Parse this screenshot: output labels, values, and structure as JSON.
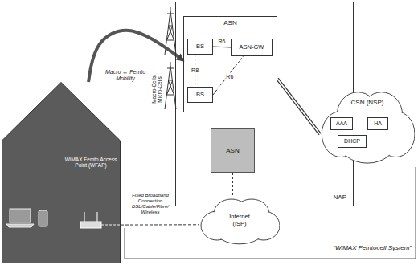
{
  "diagram": {
    "nodes": [
      {
        "text": [
          "NAP"
        ]
      },
      {
        "text": [
          "ASN"
        ],
        "in": 0
      },
      {
        "text": [
          "BS"
        ],
        "in": 1
      },
      {
        "text": [
          "ASN-GW"
        ],
        "in": 1
      },
      {
        "text": [
          "BS"
        ],
        "in": 1
      },
      {
        "text": [
          "ASN"
        ],
        "in": 0
      },
      {
        "text": [
          "CSN (NSP)"
        ]
      },
      {
        "text": [
          "AAA"
        ],
        "in": 6
      },
      {
        "text": [
          "HA"
        ],
        "in": 6
      },
      {
        "text": [
          "DHCP"
        ],
        "in": 6
      },
      {
        "text": [
          "Internet (ISP)"
        ]
      },
      {
        "text": [
          "WiMAX Femto Access Point (WFAP)"
        ]
      }
    ],
    "edges": [
      {
        "from": 2,
        "to": 3,
        "arrow": "none",
        "label": "R6"
      },
      {
        "from": 2,
        "to": 4,
        "arrow": "none",
        "label": "R8"
      },
      {
        "from": 4,
        "to": 3,
        "arrow": "none",
        "label": "R6"
      },
      {
        "from": 1,
        "to": 6,
        "arrow": "none"
      },
      {
        "from": 5,
        "to": 10,
        "arrow": "none"
      },
      {
        "from": 11,
        "to": 10,
        "arrow": "none",
        "label": "Fixed Broadband Connection DSL/Cable/Fibre/ Wireless"
      },
      {
        "from": 11,
        "to": 1,
        "arrow": "to",
        "label": "Macro ↔ Femto Mobility"
      }
    ],
    "labels": [
      "Macro-Cells Micro-Cells",
      "“WiMAX Femtocell System”"
    ]
  }
}
